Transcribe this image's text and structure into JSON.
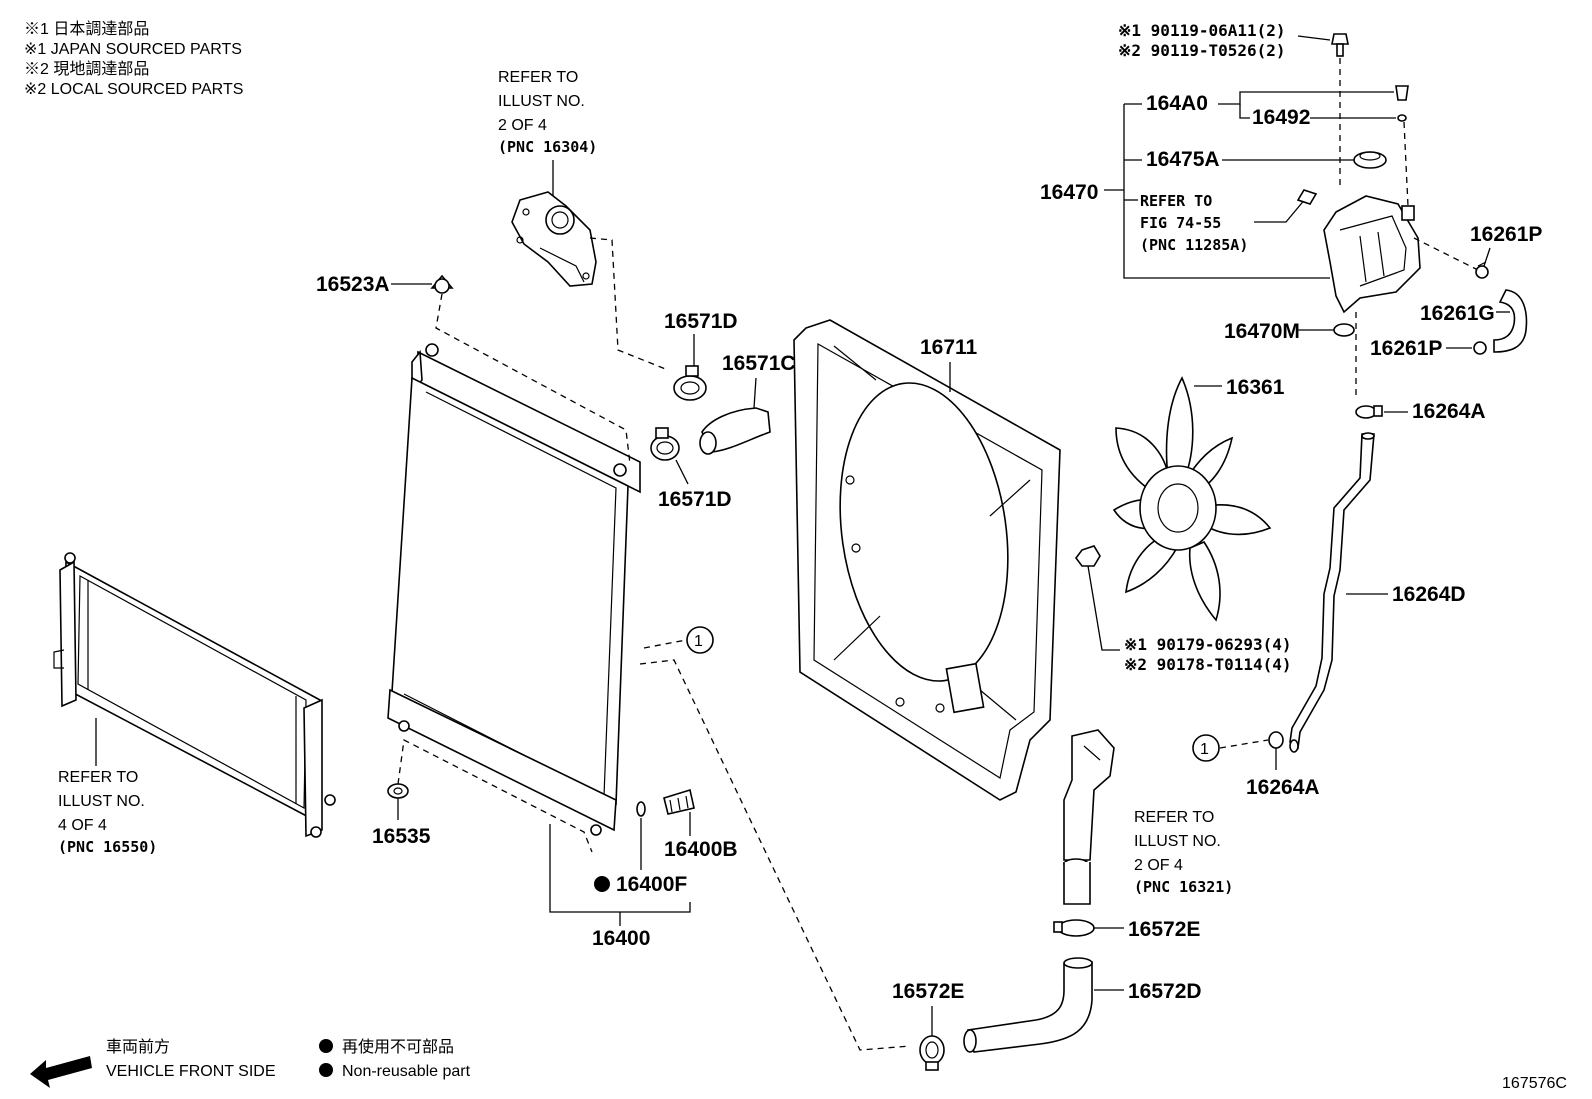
{
  "legend_top": [
    "※1  日本調達部品",
    "※1  JAPAN SOURCED PARTS",
    "※2  現地調達部品",
    "※2  LOCAL SOURCED PARTS"
  ],
  "refer_water_pump": [
    "REFER TO",
    "ILLUST NO.",
    "2 OF 4",
    "(PNC 16304)"
  ],
  "refer_condenser": [
    "REFER TO",
    "ILLUST NO.",
    "4 OF 4",
    "(PNC 16550)"
  ],
  "refer_outlet": [
    "REFER TO",
    "ILLUST NO.",
    "2 OF 4",
    "(PNC 16321)"
  ],
  "refer_fig": [
    "REFER TO",
    "FIG 74-55",
    "(PNC 11285A)"
  ],
  "bolt_tank": [
    "※1 90119-06A11(2)",
    "※2 90119-T0526(2)"
  ],
  "bolt_fan": [
    "※1 90179-06293(4)",
    "※2 90178-T0114(4)"
  ],
  "labels": {
    "p16523A": "16523A",
    "p16571D_top": "16571D",
    "p16571C": "16571C",
    "p16571D_bot": "16571D",
    "p16711": "16711",
    "p16361": "16361",
    "p164A0": "164A0",
    "p16492": "16492",
    "p16475A": "16475A",
    "p16470": "16470",
    "p16261P_top": "16261P",
    "p16261G": "16261G",
    "p16470M": "16470M",
    "p16261P_bot": "16261P",
    "p16264A_top": "16264A",
    "p16264D": "16264D",
    "p16264A_bot": "16264A",
    "p16535": "16535",
    "p16400F": "16400F",
    "p16400B": "16400B",
    "p16400": "16400",
    "p16572E_right": "16572E",
    "p16572D": "16572D",
    "p16572E_bottom": "16572E"
  },
  "ref_marker": "1",
  "legend_bottom": {
    "direction_jp": "車両前方",
    "direction_en": "VEHICLE FRONT SIDE",
    "nonreusable_jp": "再使用不可部品",
    "nonreusable_en": "Non-reusable part"
  },
  "figure_id": "167576C"
}
